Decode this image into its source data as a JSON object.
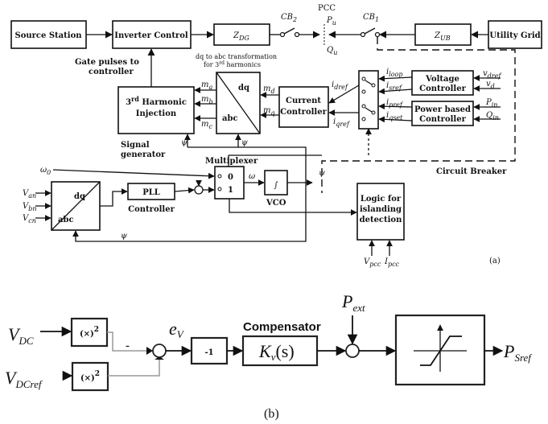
{
  "diagram_a": {
    "blocks": {
      "source_station": "Source Station",
      "inverter_control": "Inverter Control",
      "z_dg": "Z",
      "z_dg_sub": "DG",
      "z_ub": "Z",
      "z_ub_sub": "UB",
      "utility_grid": "Utility Grid",
      "harmonic_line1": "3",
      "harmonic_sup": "rd",
      "harmonic_line1b": " Harmonic",
      "harmonic_line2": "Injection",
      "current_line1": "Current",
      "current_line2": "Controller",
      "voltage_line1": "Voltage",
      "voltage_line2": "Controller",
      "power_line1": "Power based",
      "power_line2": "Controller",
      "pll_line1": "PLL",
      "pll_line2": "Controller",
      "vco_symbol": "∫",
      "vco_label": "VCO",
      "logic_line1": "Logic for",
      "logic_line2": "islanding",
      "logic_line3": "detection",
      "dq_top": "dq",
      "dq_bottom": "abc",
      "mux_0": "0",
      "mux_1": "1"
    },
    "labels": {
      "pcc": "PCC",
      "p_u": "P",
      "p_u_sub": "u",
      "q_u": "Q",
      "q_u_sub": "u",
      "cb1": "CB",
      "cb1_sub": "1",
      "cb2": "CB",
      "cb2_sub": "2",
      "gate_line1": "Gate pulses to",
      "gate_line2": "controller",
      "dq_abc_line1": "dq to abc transformation",
      "dq_abc_line2": "for 3",
      "dq_abc_sup": "rd",
      "dq_abc_line2b": " harmonics",
      "signal_line1": "Signal",
      "signal_line2": "generator",
      "multiplexer": "Multiplexer",
      "circuit_breaker": "Circuit Breaker",
      "omega0": "ω",
      "omega0_sub": "0",
      "omega": "ω",
      "psi": "ψ",
      "ma": "m",
      "ma_sub": "a",
      "mb": "m",
      "mb_sub": "b",
      "mc": "m",
      "mc_sub": "c",
      "md": "m",
      "md_sub": "d",
      "mq": "m",
      "mq_sub": "q",
      "idref": "i",
      "idref_sub": "dref",
      "iqref": "i",
      "iqref_sub": "qref",
      "iloop": "i",
      "iloop_sub": "loop",
      "isref": "i",
      "isref_sub": "sref",
      "ipref": "i",
      "ipref_sub": "pref",
      "iqset": "i",
      "iqset_sub": "qset",
      "vdref": "v",
      "vdref_sub": "dref",
      "v_in": "v",
      "v_in_sub": "d",
      "pin": "P",
      "pin_sub": "in",
      "qin": "Q",
      "qin_sub": "in",
      "van": "V",
      "van_sub": "an",
      "vbn": "V",
      "vbn_sub": "bn",
      "vcn": "V",
      "vcn_sub": "cn",
      "vpcc": "V",
      "vpcc_sub": "pcc",
      "ipcc": "I",
      "ipcc_sub": "pcc",
      "caption_a": "(a)"
    }
  },
  "diagram_b": {
    "vdc": "V",
    "vdc_sub": "DC",
    "vdcref": "V",
    "vdcref_sub": "DCref",
    "square1": "(×)",
    "square1_sup": "2",
    "square2": "(×)",
    "square2_sup": "2",
    "minus": "–",
    "ev": "e",
    "ev_sub": "V",
    "gain": "-1",
    "compensator_label": "Compensator",
    "kv": "K",
    "kv_sub": "v",
    "kv_arg": "(s)",
    "pext": "P",
    "pext_sub": "ext",
    "psref": "P",
    "psref_sub": "Sref",
    "caption_b": "(b)"
  }
}
